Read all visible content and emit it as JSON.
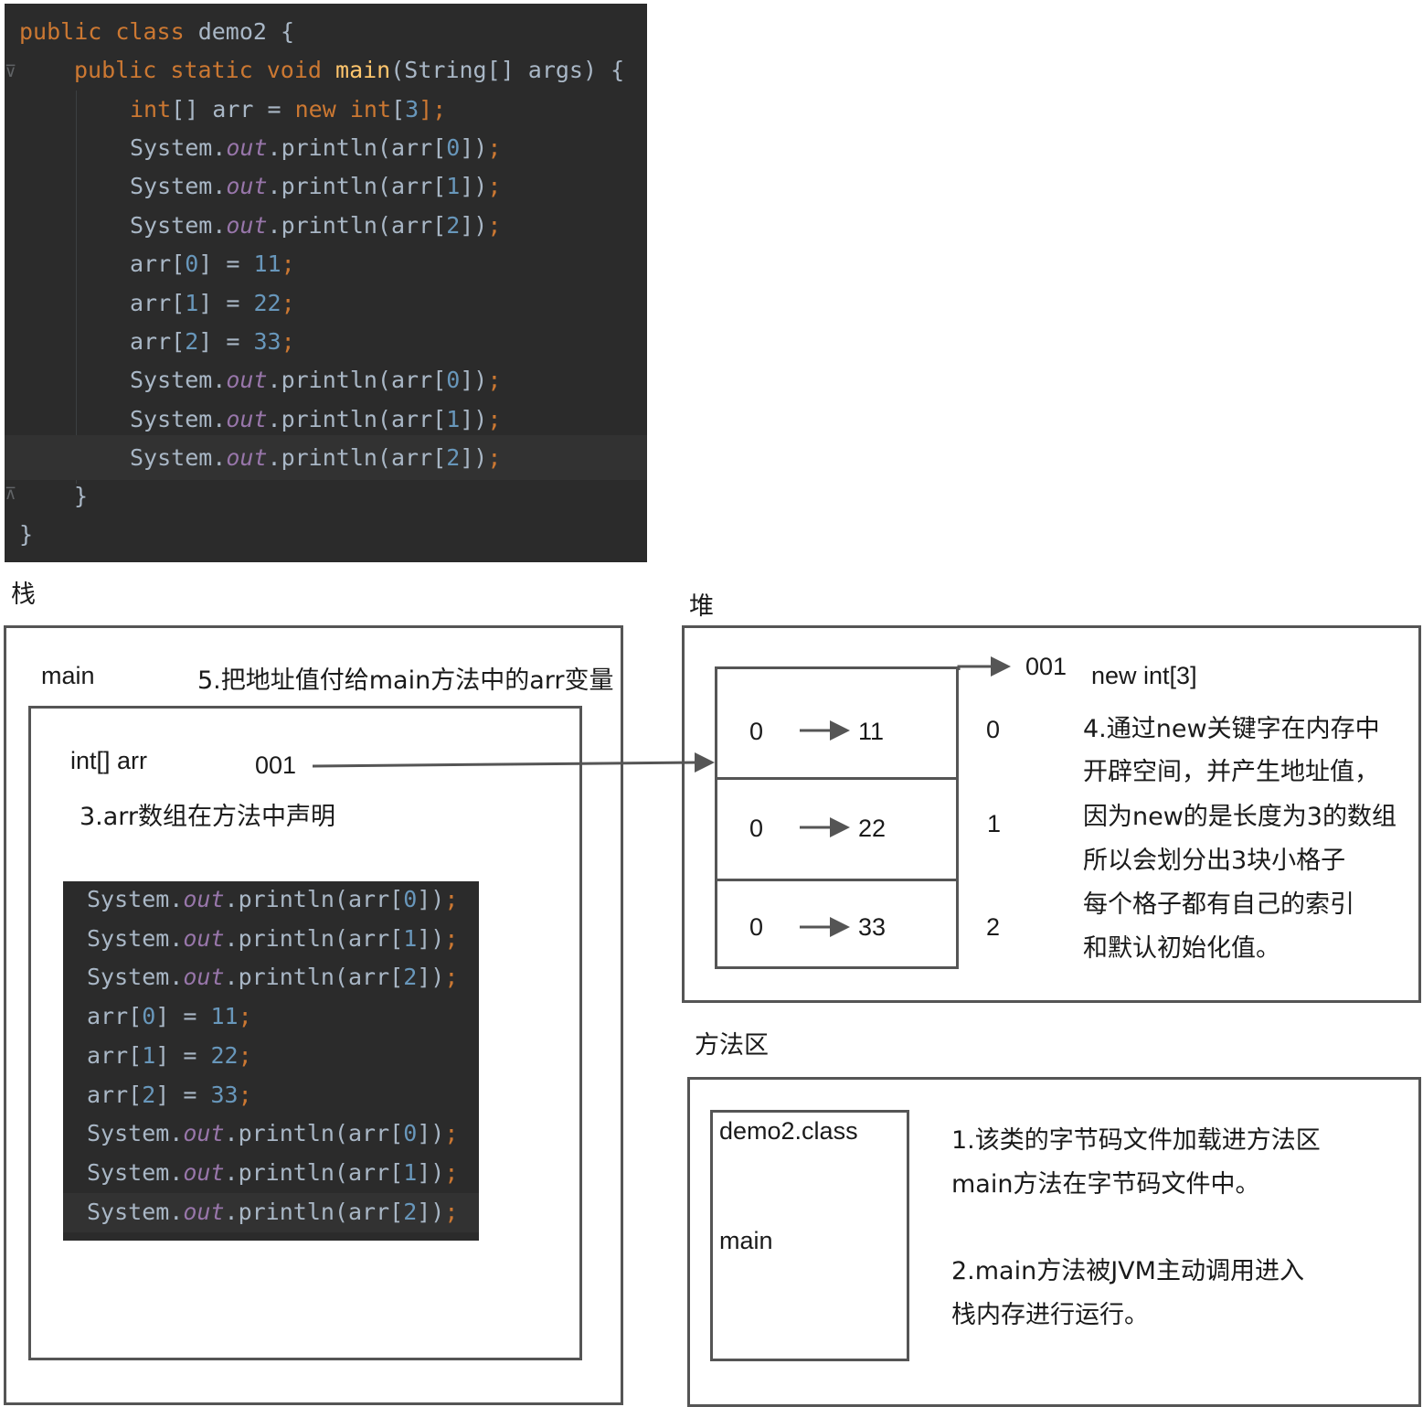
{
  "top_code": {
    "class_line": [
      "public",
      "class",
      "demo2 {"
    ],
    "main_line": [
      "public",
      "static",
      "void",
      "main",
      "(String[] args) {"
    ],
    "decl_line": [
      "int",
      "[] arr = ",
      "new",
      "int",
      "[",
      "3",
      "];"
    ],
    "close_inner": "}",
    "close_outer": "}"
  },
  "code_lines": [
    {
      "kind": "print",
      "idx": "0"
    },
    {
      "kind": "print",
      "idx": "1"
    },
    {
      "kind": "print",
      "idx": "2"
    },
    {
      "kind": "assign",
      "idx": "0",
      "val": "11"
    },
    {
      "kind": "assign",
      "idx": "1",
      "val": "22"
    },
    {
      "kind": "assign",
      "idx": "2",
      "val": "33"
    },
    {
      "kind": "print",
      "idx": "0"
    },
    {
      "kind": "print",
      "idx": "1"
    },
    {
      "kind": "print",
      "idx": "2"
    }
  ],
  "code_tokens": {
    "system": "System.",
    "out": "out",
    "println_open": ".println(arr[",
    "println_close": "]);",
    "arr_open": "arr[",
    "arr_assign": "] = ",
    "semicolon": ";"
  },
  "stack": {
    "title": "栈",
    "frame_label": "main",
    "step5": "5.把地址值付给main方法中的arr变量",
    "var_label": "int[] arr",
    "var_value": "001",
    "step3": "3.arr数组在方法中声明"
  },
  "heap": {
    "title": "堆",
    "address": "001",
    "expr": "new int[3]",
    "cells": [
      {
        "default": "0",
        "value": "11",
        "index": "0"
      },
      {
        "default": "0",
        "value": "22",
        "index": "1"
      },
      {
        "default": "0",
        "value": "33",
        "index": "2"
      }
    ],
    "step4_lines": [
      "4.通过new关键字在内存中",
      "开辟空间，并产生地址值，",
      "因为new的是长度为3的数组",
      "所以会划分出3块小格子",
      "每个格子都有自己的索引",
      "和默认初始化值。"
    ]
  },
  "method_area": {
    "title": "方法区",
    "class_file": "demo2.class",
    "method": "main",
    "step1_lines": [
      "1.该类的字节码文件加载进方法区",
      "main方法在字节码文件中。"
    ],
    "step2_lines": [
      "2.main方法被JVM主动调用进入",
      "栈内存进行运行。"
    ]
  }
}
